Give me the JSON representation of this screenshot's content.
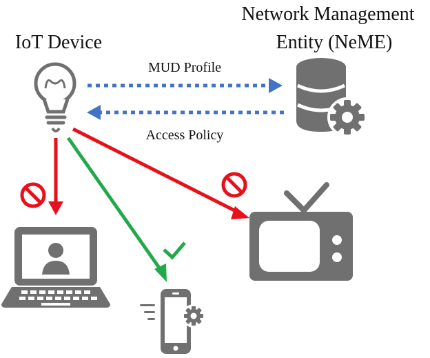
{
  "labels": {
    "iot_device": "IoT Device",
    "neme_line1": "Network Management",
    "neme_line2": "Entity (NeME)",
    "mud_profile": "MUD Profile",
    "access_policy": "Access Policy"
  },
  "nodes": [
    {
      "id": "iot-device",
      "icon": "lightbulb-icon"
    },
    {
      "id": "neme",
      "icon": "database-gear-icon"
    },
    {
      "id": "laptop",
      "icon": "laptop-user-icon"
    },
    {
      "id": "phone",
      "icon": "smartphone-gear-icon"
    },
    {
      "id": "tv",
      "icon": "television-icon"
    }
  ],
  "flows": [
    {
      "from": "iot-device",
      "to": "neme",
      "label": "MUD Profile",
      "style": "dotted",
      "color": "#4472C4"
    },
    {
      "from": "neme",
      "to": "iot-device",
      "label": "Access Policy",
      "style": "dotted",
      "color": "#4472C4"
    },
    {
      "from": "iot-device",
      "to": "laptop",
      "status": "blocked",
      "color": "#E8101A"
    },
    {
      "from": "iot-device",
      "to": "tv",
      "status": "blocked",
      "color": "#E8101A"
    },
    {
      "from": "iot-device",
      "to": "phone",
      "status": "allowed",
      "color": "#22A94B"
    }
  ],
  "colors": {
    "icon_gray": "#707070",
    "blue_dotted": "#4472C4",
    "blocked_red": "#E8101A",
    "allowed_green": "#22A94B"
  }
}
